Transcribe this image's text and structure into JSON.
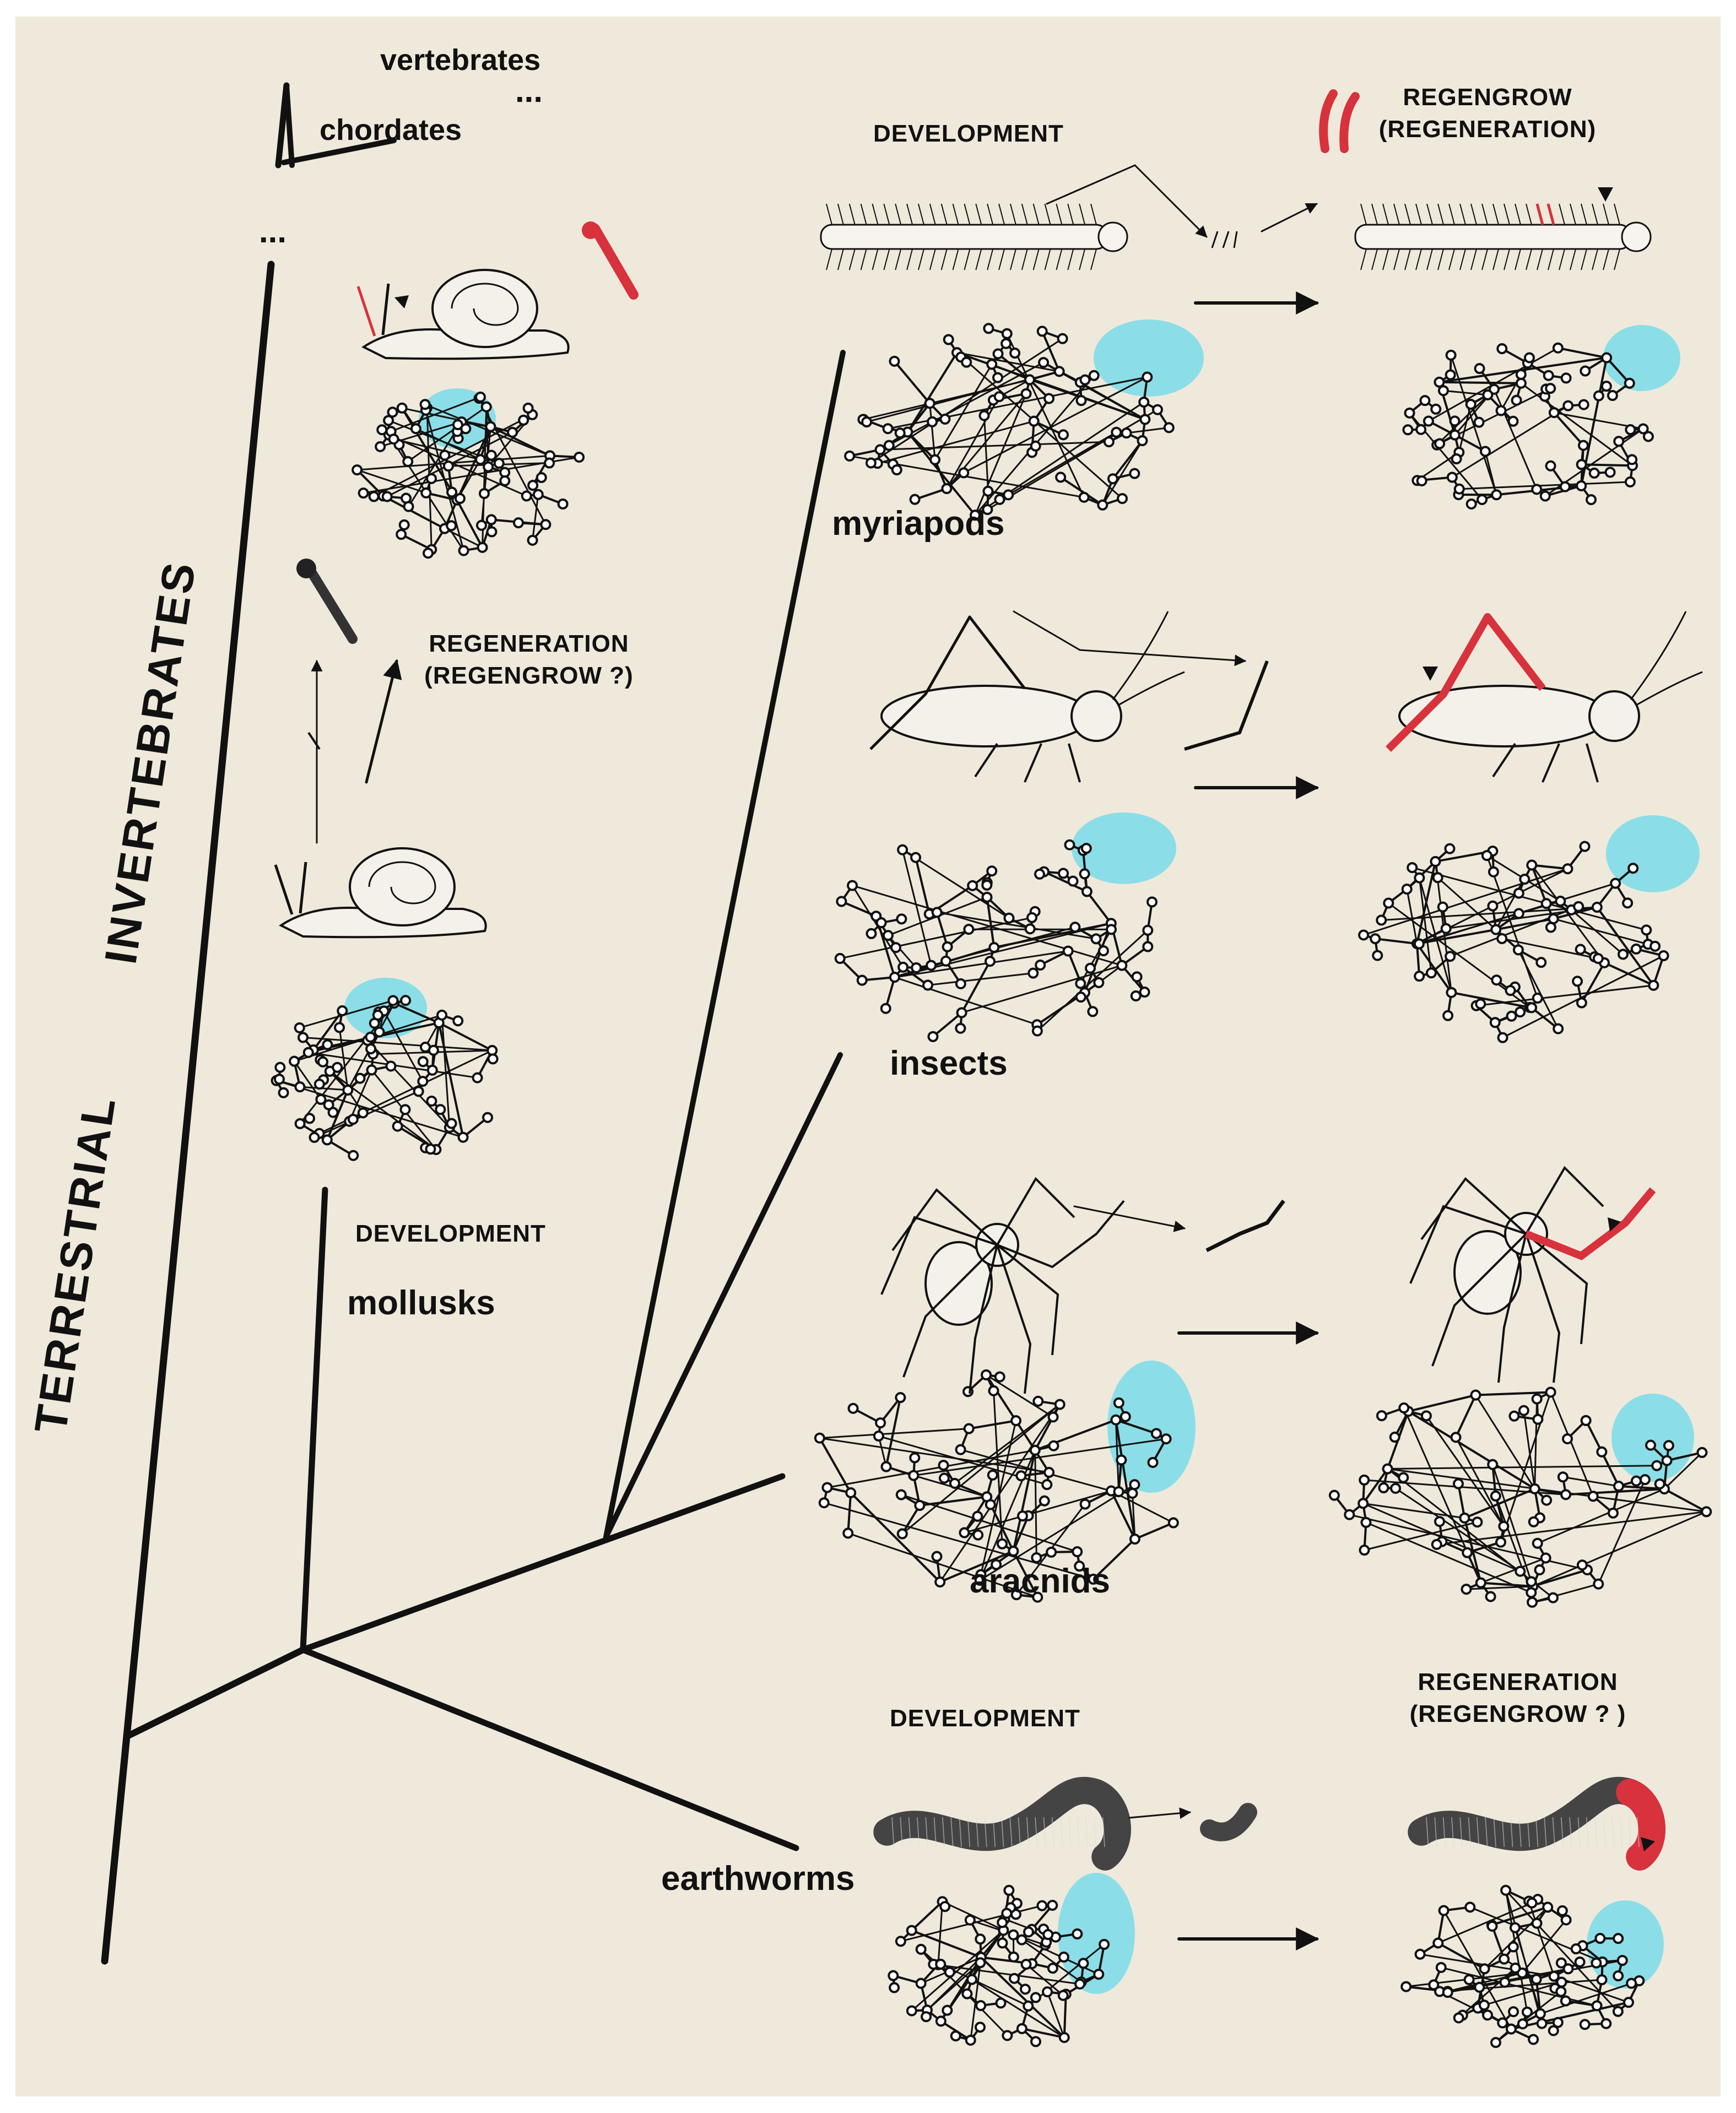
{
  "figure": {
    "side_title": {
      "word1": "TERRESTRIAL",
      "word2": "INVERTEBRATES"
    },
    "tree": {
      "top": {
        "vertebrates": "vertebrates",
        "chordates": "chordates",
        "ellipsis": "...",
        "ellipsis2": "..."
      },
      "taxa": {
        "mollusks": "mollusks",
        "myriapods": "myriapods",
        "insects": "insects",
        "aracnids": "aracnids",
        "earthworms": "earthworms"
      }
    },
    "labels": {
      "myriapod_development": "DEVELOPMENT",
      "myriapod_regrow_1": "REGENGROW",
      "myriapod_regrow_2": "(REGENERATION)",
      "mollusk_regen_1": "REGENERATION",
      "mollusk_regen_2": "(REGENGROW ?)",
      "mollusk_development": "DEVELOPMENT",
      "earthworm_development": "DEVELOPMENT",
      "earthworm_regen_1": "REGENERATION",
      "earthworm_regen_2": "(REGENGROW ? )"
    },
    "colors": {
      "background": "#efe9dc",
      "highlight_module": "#7fdde8",
      "regenerated_part": "#d8323c",
      "ink": "#111111"
    },
    "icons": [
      "snail",
      "centipede",
      "cricket",
      "spider",
      "earthworm",
      "gene-network"
    ]
  }
}
